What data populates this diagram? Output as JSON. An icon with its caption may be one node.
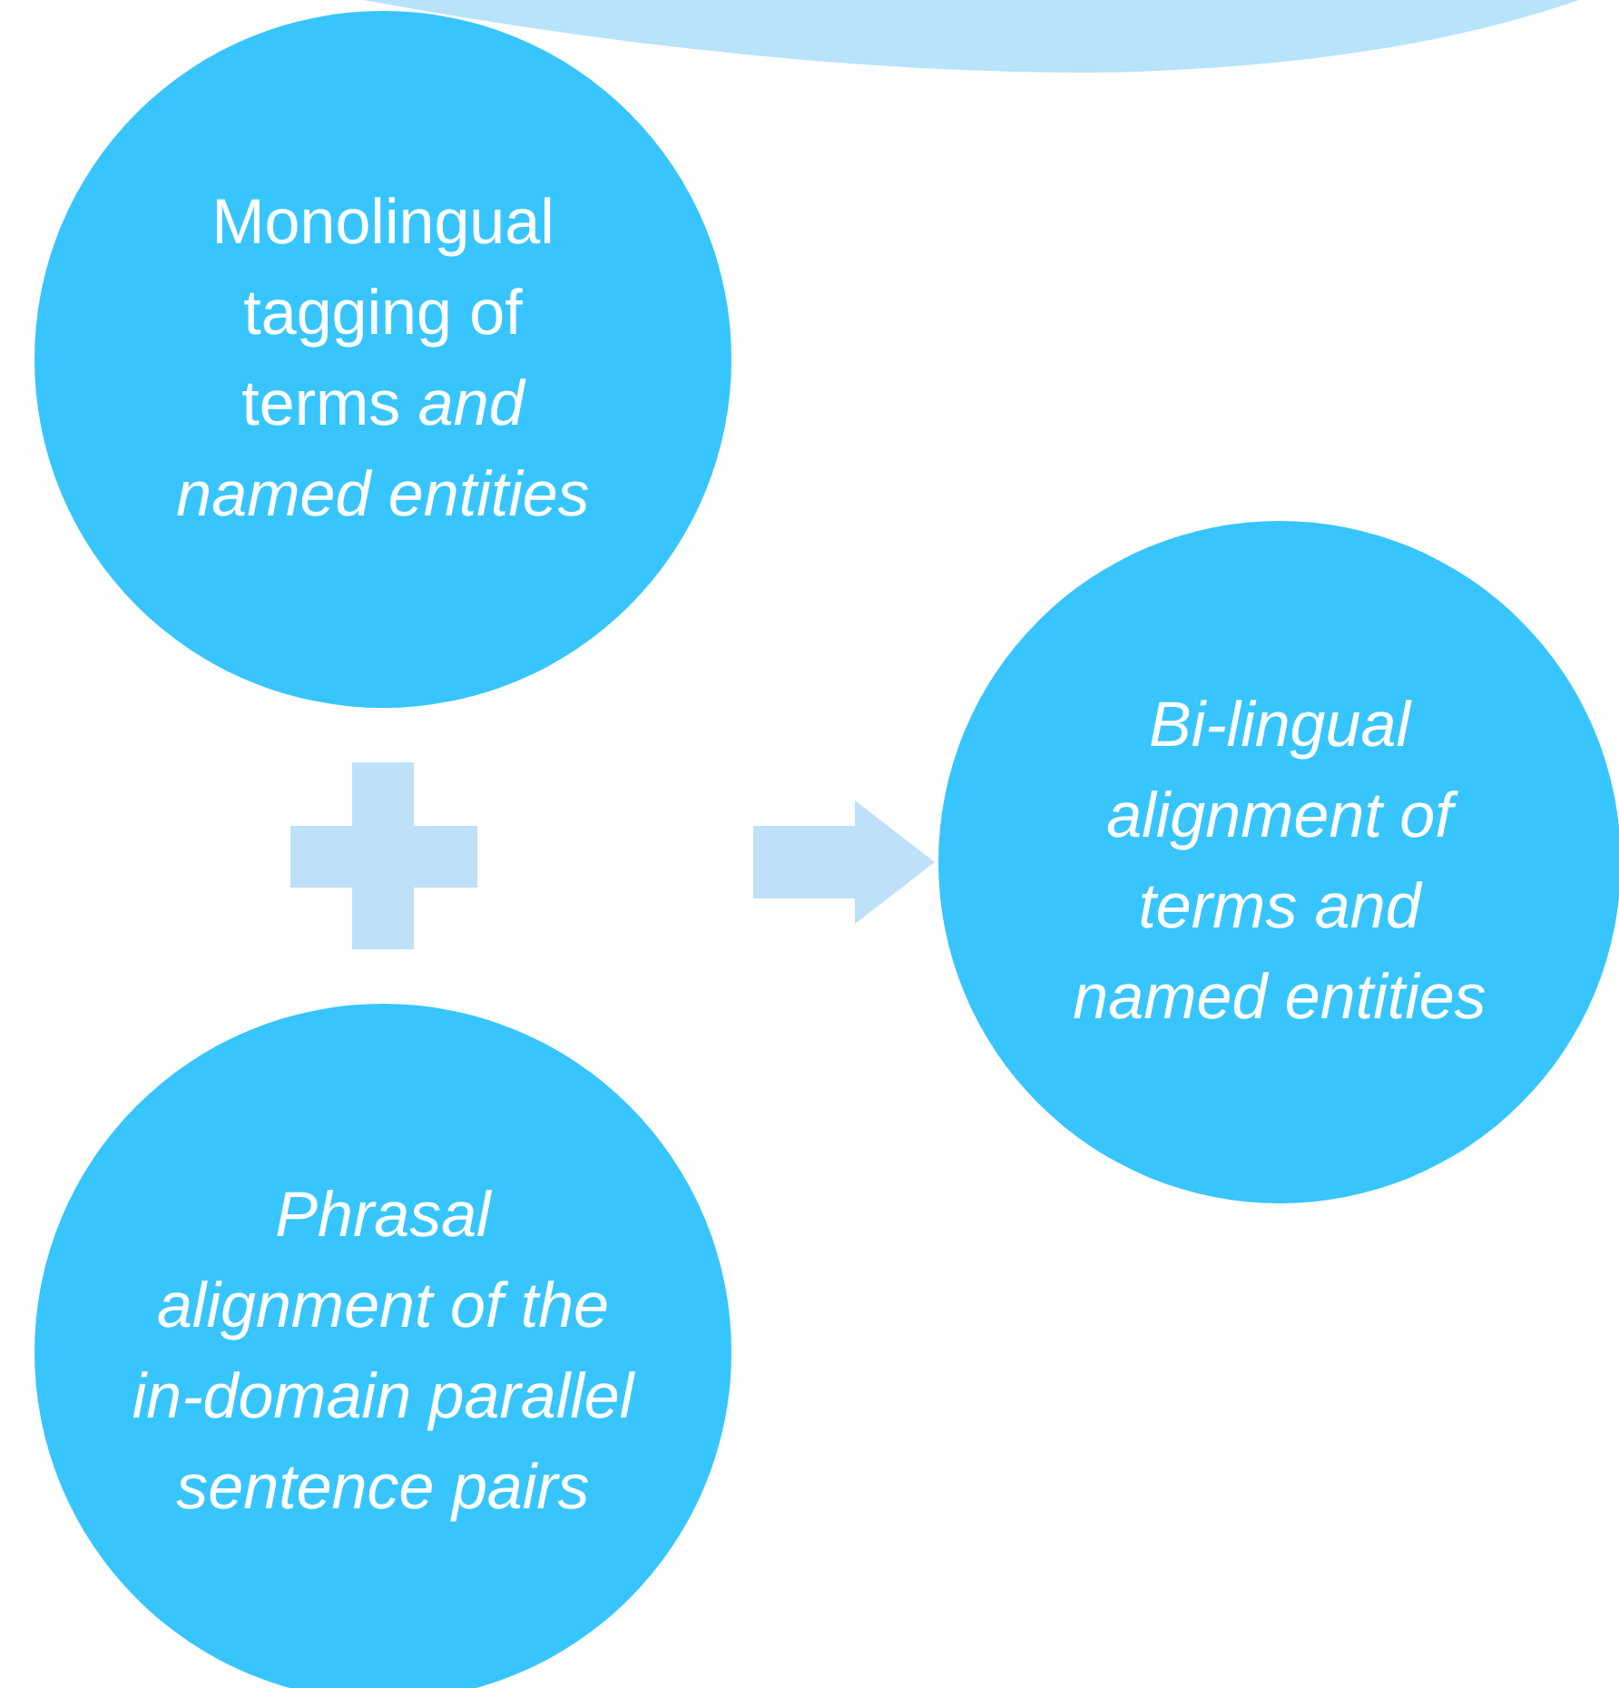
{
  "diagram": {
    "nodes": [
      {
        "text": [
          "Monolingual tagging of terms *and named entities*"
        ]
      },
      {
        "text": [
          "Phrasal alignment of the in-domain parallel sentence pairs"
        ]
      },
      {
        "text": [
          "Bi-lingual alignment of terms and named entities"
        ]
      }
    ],
    "edges": [
      {
        "from": null,
        "to": 2,
        "arrow": "to"
      }
    ]
  }
}
